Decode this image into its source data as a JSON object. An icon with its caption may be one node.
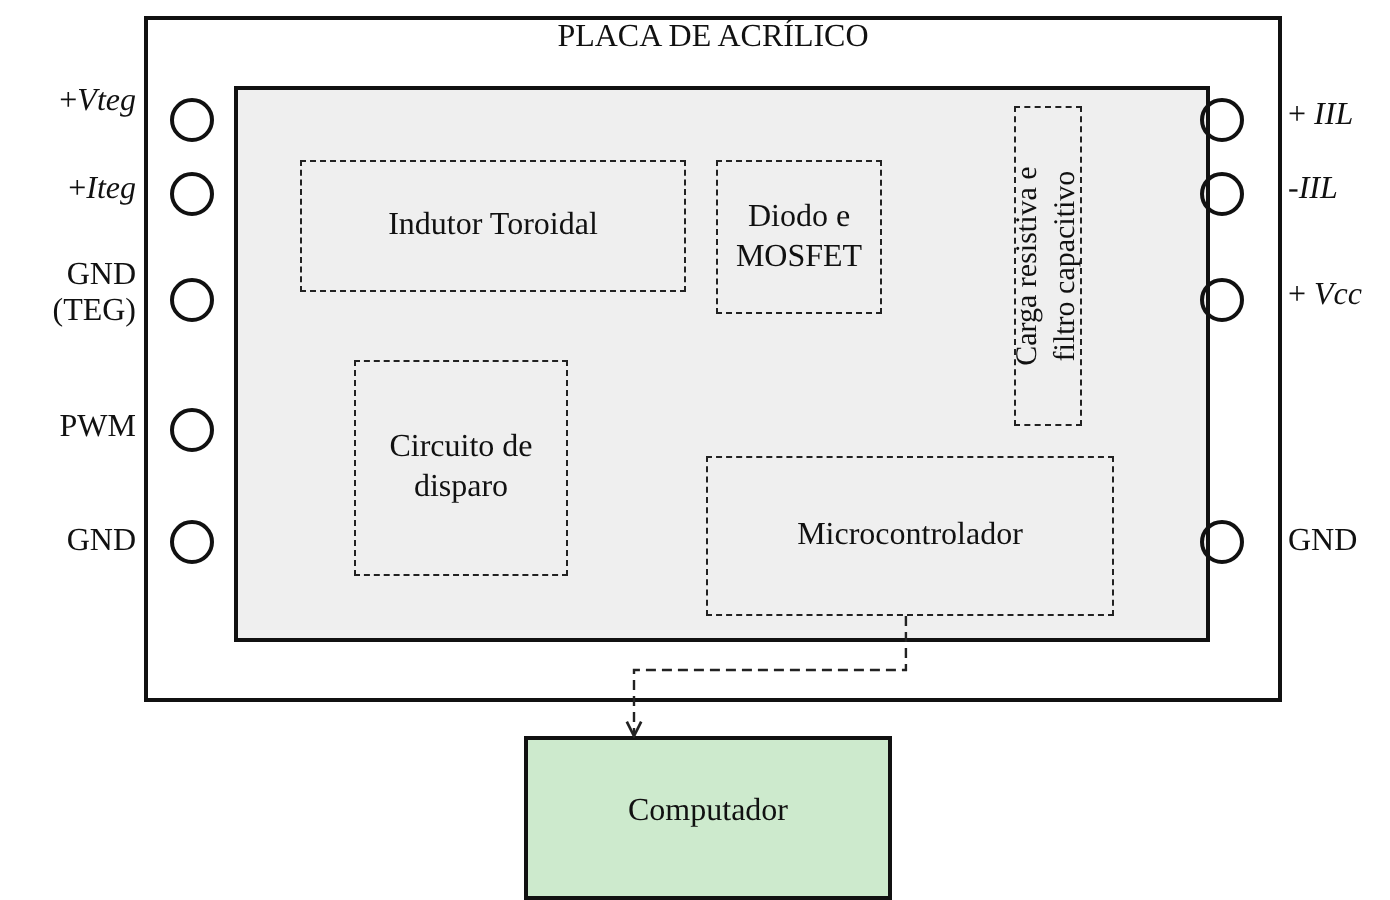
{
  "diagram": {
    "nodes": [
      {
        "text": [
          "PLACA DE ACRÍLICO"
        ]
      },
      {
        "text": [],
        "shape": "box",
        "in": 0
      },
      {
        "text": [
          "Indutor Toroidal"
        ],
        "in": 1
      },
      {
        "text": [
          "Diodo e MOSFET"
        ],
        "in": 1
      },
      {
        "text": [
          "Carga resistiva e filtro capacitivo"
        ],
        "in": 1
      },
      {
        "text": [
          "Circuito de disparo"
        ],
        "in": 1
      },
      {
        "text": [
          "Microcontrolador"
        ],
        "in": 1
      },
      {
        "text": [
          "Computador"
        ]
      }
    ],
    "edges": [
      {
        "from": 6,
        "to": 7,
        "arrow": "to",
        "style": "dashed"
      }
    ],
    "labels": [
      "+*Vteg*",
      "+ *IIL*",
      "+*Iteg*",
      "-*IIL*",
      "GND (TEG)",
      "+ *Vcc*",
      "PWM",
      "GND",
      "GND"
    ]
  }
}
